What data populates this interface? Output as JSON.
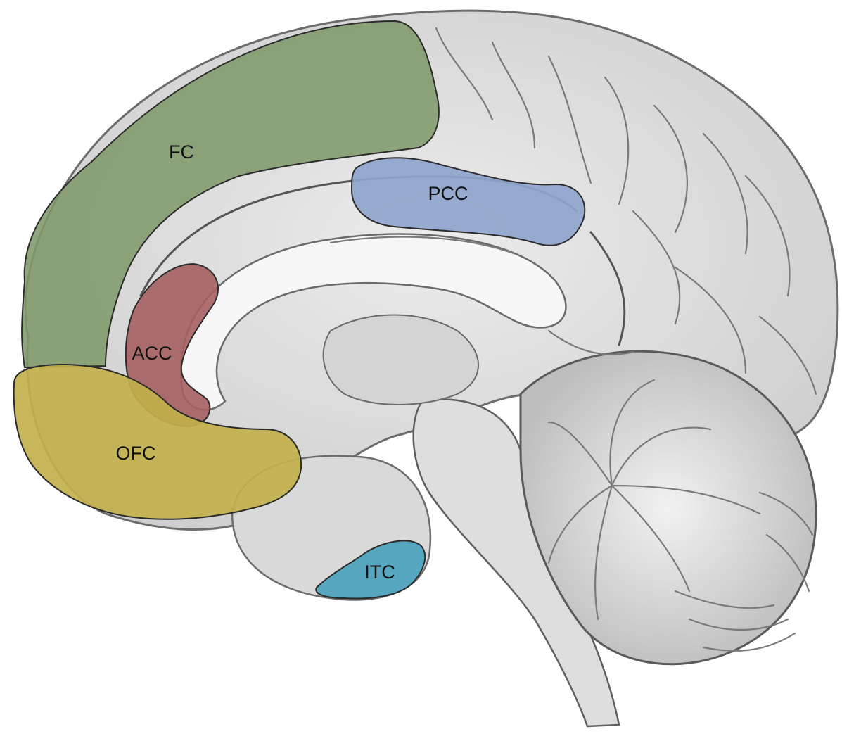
{
  "regions": [
    {
      "key": "fc",
      "label": "FC",
      "color": "#7f9a6b"
    },
    {
      "key": "pcc",
      "label": "PCC",
      "color": "#8fa4cc"
    },
    {
      "key": "acc",
      "label": "ACC",
      "color": "#a45f5f"
    },
    {
      "key": "ofc",
      "label": "OFC",
      "color": "#c2b04c"
    },
    {
      "key": "itc",
      "label": "ITC",
      "color": "#4fa3be"
    }
  ],
  "labels": {
    "fc": "FC",
    "pcc": "PCC",
    "acc": "ACC",
    "ofc": "OFC",
    "itc": "ITC"
  },
  "colors": {
    "brain_fill": "#e4e4e4",
    "brain_stroke": "#6c6c6c",
    "fc": "#7f9a6b",
    "pcc": "#8fa4cc",
    "acc": "#a45f5f",
    "ofc": "#c2b04c",
    "itc": "#4fa3be"
  }
}
